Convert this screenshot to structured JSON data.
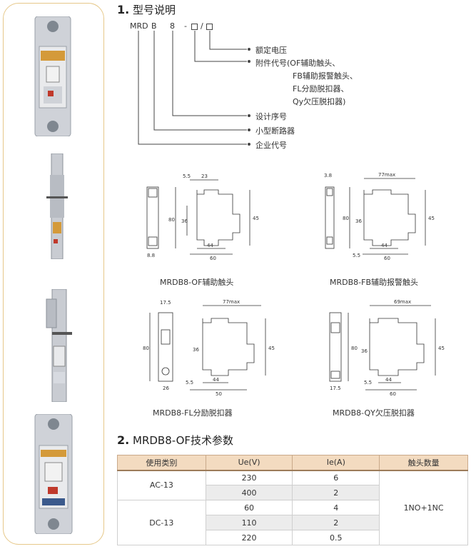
{
  "section1": {
    "number": "1.",
    "title": "型号说明"
  },
  "model": {
    "code_mrd": "MRD",
    "code_b": "B",
    "code_8": "8",
    "code_dash": "-",
    "code_slash": "/",
    "descriptions": [
      "额定电压",
      "附件代号(OF辅助触头、",
      "FB辅助报警触头、",
      "FL分励脱扣器、",
      "Qy欠压脱扣器)",
      "设计序号",
      "小型断路器",
      "企业代号"
    ]
  },
  "drawings": {
    "of": {
      "caption": "MRDB8-OF辅助触头",
      "dims": {
        "a": "5.5",
        "b": "23",
        "c": "45",
        "d": "44",
        "e": "60",
        "f": "8.8",
        "g": "80",
        "h": "36"
      }
    },
    "fb": {
      "caption": "MRDB8-FB辅助报警触头",
      "dims": {
        "a": "3.8",
        "b": "77max",
        "c": "45",
        "d": "44",
        "e": "60",
        "f": "5.5",
        "g": "80",
        "h": "36"
      }
    },
    "fl": {
      "caption": "MRDB8-FL分励脱扣器",
      "dims": {
        "a": "17.5",
        "b": "77max",
        "c": "45",
        "d": "44",
        "e": "50",
        "f": "5.5",
        "g": "80",
        "h": "36",
        "i": "26"
      }
    },
    "qy": {
      "caption": "MRDB8-QY欠压脱扣器",
      "dims": {
        "a": "69max",
        "b": "45",
        "c": "44",
        "d": "60",
        "e": "5.5",
        "f": "17.5",
        "g": "80",
        "h": "36"
      }
    }
  },
  "section2": {
    "number": "2.",
    "title": "MRDB8-OF技术参数"
  },
  "table": {
    "headers": [
      "使用类别",
      "Ue(V)",
      "Ie(A)",
      "触头数量"
    ],
    "ac_category": "AC-13",
    "dc_category": "DC-13",
    "rows": [
      {
        "ue": "230",
        "ie": "6"
      },
      {
        "ue": "400",
        "ie": "2"
      },
      {
        "ue": "60",
        "ie": "4"
      },
      {
        "ue": "110",
        "ie": "2"
      },
      {
        "ue": "220",
        "ie": "0.5"
      }
    ],
    "contacts": "1NO+1NC"
  },
  "colors": {
    "panel_border": "#e6c88a",
    "header_bg": "#f3dbc0",
    "shaded_row": "#ececec",
    "product_gray": "#c9ccd2"
  }
}
